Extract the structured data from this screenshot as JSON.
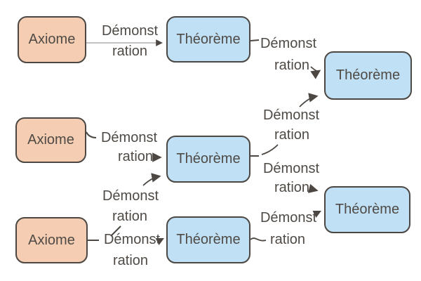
{
  "diagram": {
    "type": "flowchart",
    "background": "#ffffff",
    "colors": {
      "axiome_fill": "#f4cdb2",
      "theoreme_fill": "#bfe0f5",
      "node_border": "#4c4742",
      "text": "#4f4a45",
      "connector": "#6f6a64"
    },
    "nodes": [
      {
        "id": "axiome-1",
        "label": "Axiome"
      },
      {
        "id": "theoreme-1",
        "label": "Théorème"
      },
      {
        "id": "theoreme-2",
        "label": "Théorème"
      },
      {
        "id": "axiome-2",
        "label": "Axiome"
      },
      {
        "id": "theoreme-3",
        "label": "Théorème"
      },
      {
        "id": "axiome-3",
        "label": "Axiome"
      },
      {
        "id": "theoreme-4",
        "label": "Théorème"
      },
      {
        "id": "theoreme-5",
        "label": "Théorème"
      }
    ],
    "edges": [
      {
        "from": "axiome-1",
        "to": "theoreme-1",
        "label": [
          "Démonst",
          "ration"
        ]
      },
      {
        "from": "theoreme-1",
        "to": "theoreme-2",
        "label": [
          "Démonst",
          "ration"
        ]
      },
      {
        "from": "axiome-2",
        "to": "theoreme-3",
        "label": [
          "Démonst",
          "ration"
        ]
      },
      {
        "from": "theoreme-3",
        "to": "theoreme-2",
        "label": [
          "Démonst",
          "ration"
        ]
      },
      {
        "from": "theoreme-3",
        "to": "theoreme-5",
        "label": [
          "Démonst",
          "ration"
        ]
      },
      {
        "from": "axiome-3",
        "to": "theoreme-3",
        "label": [
          "Démonst",
          "ration"
        ]
      },
      {
        "from": "axiome-3",
        "to": "theoreme-4",
        "label": [
          "Démonst",
          "ration"
        ]
      },
      {
        "from": "theoreme-4",
        "to": "theoreme-5",
        "label": [
          "Démonst",
          "ration"
        ]
      }
    ]
  }
}
